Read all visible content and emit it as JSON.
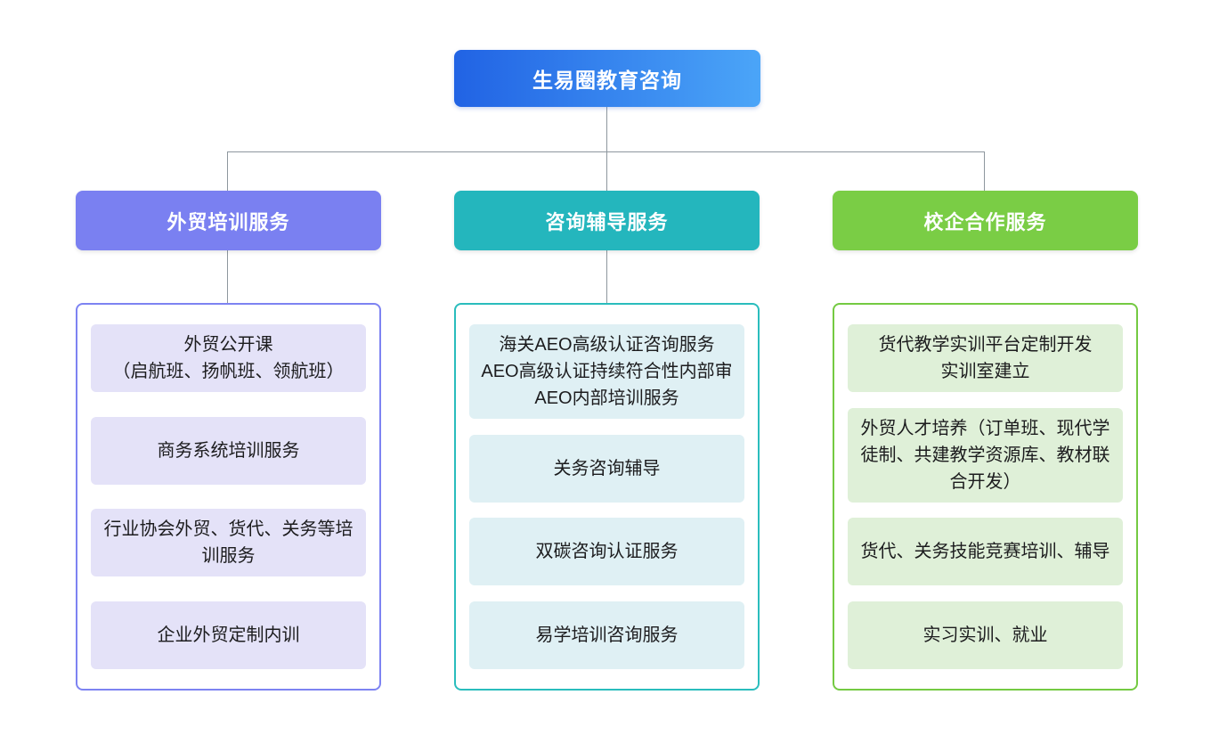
{
  "diagram_title": "生易圈教育咨询",
  "root": {
    "label": "生易圈教育咨询"
  },
  "colors": {
    "root_gradient_start": "#2163e4",
    "root_gradient_end": "#4ba5f8",
    "branch1_accent": "#7a80f1",
    "branch1_item_bg": "#e4e2f8",
    "branch2_accent": "#24b6bd",
    "branch2_item_bg": "#dff0f4",
    "branch3_accent": "#7acd45",
    "branch3_item_bg": "#dff0d8",
    "connector": "#8e979e",
    "item_text": "#1c1c1e",
    "header_text": "#ffffff"
  },
  "branches": [
    {
      "label": "外贸培训服务",
      "items": [
        "外贸公开课\n（启航班、扬帆班、领航班）",
        "商务系统培训服务",
        "行业协会外贸、货代、关务等培训服务",
        "企业外贸定制内训"
      ]
    },
    {
      "label": "咨询辅导服务",
      "items": [
        "海关AEO高级认证咨询服务\nAEO高级认证持续符合性内部审\nAEO内部培训服务",
        "关务咨询辅导",
        "双碳咨询认证服务",
        "易学培训咨询服务"
      ]
    },
    {
      "label": "校企合作服务",
      "items": [
        "货代教学实训平台定制开发\n实训室建立",
        "外贸人才培养（订单班、现代学徒制、共建教学资源库、教材联合开发）",
        "货代、关务技能竞赛培训、辅导",
        "实习实训、就业"
      ]
    }
  ]
}
